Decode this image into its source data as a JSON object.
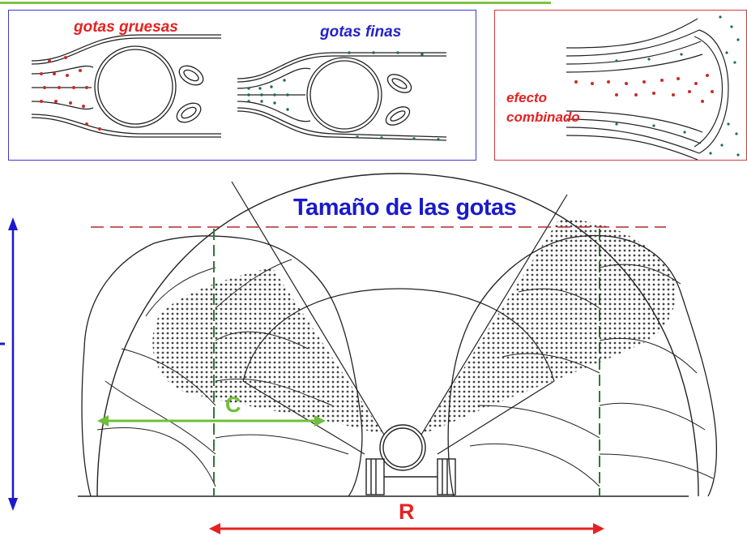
{
  "panels": {
    "coarse_label": "gotas gruesas",
    "fine_label": "gotas finas",
    "combined_label_line1": "efecto",
    "combined_label_line2": "combinado"
  },
  "diagram": {
    "title": "Tamaño de las gotas",
    "c_label": "C",
    "r_label": "R"
  },
  "colors": {
    "panel_border_blue": "#3a3ad0",
    "panel_border_red": "#d23a3a",
    "title_blue": "#1a1acc",
    "c_green": "#6fbf3a",
    "r_red": "#e52222",
    "coarse_drop": "#cc2a2a",
    "fine_drop": "#1f6b4f"
  }
}
